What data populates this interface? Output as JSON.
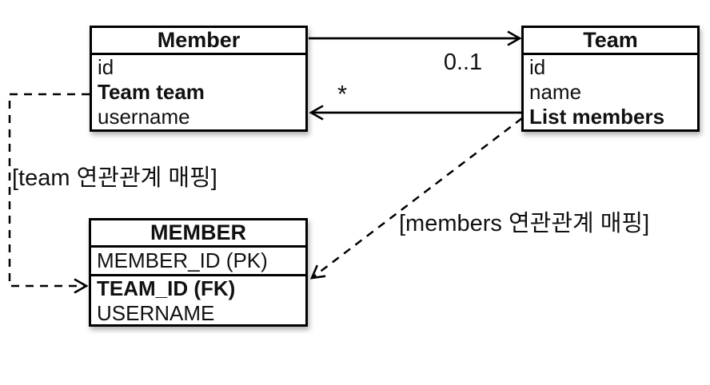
{
  "diagram": {
    "member_class": {
      "title": "Member",
      "fields": [
        {
          "text": "id"
        },
        {
          "text": "Team team"
        },
        {
          "text": "username"
        }
      ]
    },
    "team_class": {
      "title": "Team",
      "fields": [
        {
          "text": "id"
        },
        {
          "text": "name"
        },
        {
          "text": "List members"
        }
      ]
    },
    "member_table": {
      "title": "MEMBER",
      "pk_row": "MEMBER_ID (PK)",
      "fields": [
        {
          "text": "TEAM_ID (FK)"
        },
        {
          "text": "USERNAME"
        }
      ]
    },
    "associations": {
      "to_team_multiplicity": "0..1",
      "to_member_multiplicity": "*"
    },
    "mapping_labels": {
      "team": "[team 연관관계 매핑]",
      "members": "[members 연관관계 매핑]"
    },
    "colors": {
      "line": "#000000",
      "background": "#ffffff",
      "text": "#111111"
    }
  }
}
